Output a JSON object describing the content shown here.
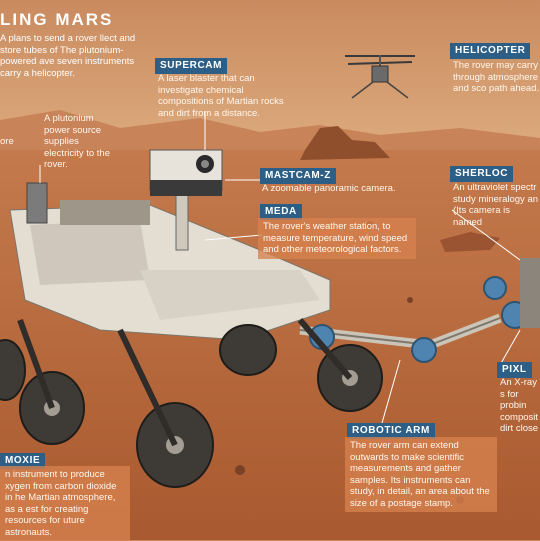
{
  "heading": {
    "title": "LING MARS",
    "intro": "A plans to send a rover llect and store tubes of The plutonium-powered ave seven instruments carry a helicopter."
  },
  "power_note": "A plutonium power source supplies electricity to the rover.",
  "fragment_ore": "ore",
  "callouts": {
    "supercam": {
      "label": "SUPERCAM",
      "text": "A laser blaster that can investigate chemical compositions of Martian rocks and dirt from a distance."
    },
    "helicopter": {
      "label": "HELICOPTER",
      "text": "The rover may carry through atmosphere and sco path ahead."
    },
    "mastcam": {
      "label": "MASTCAM-Z",
      "text": "A zoomable panoramic camera."
    },
    "meda": {
      "label": "MEDA",
      "text": "The rover's weather station, to measure temperature, wind speed and other meteorological factors."
    },
    "sherloc": {
      "label": "SHERLOC",
      "text": "An ultraviolet spectr study mineralogy an (Its camera is named"
    },
    "pixl": {
      "label": "PIXL",
      "text": "An X-ray s for probin composit dirt close"
    },
    "arm": {
      "label": "ROBOTIC ARM",
      "text": "The rover arm can extend outwards to make scientific measurements and gather samples. Its instruments can study, in detail, an area about the size of a postage stamp."
    },
    "moxie": {
      "label": "MOXIE",
      "text": "n instrument to produce xygen from carbon dioxide in he Martian atmosphere, as a est for creating resources for uture astronauts."
    }
  },
  "colors": {
    "tag": "#2d5f86",
    "panel": "#d6824e",
    "sky": "#d29a6a",
    "ground": "#b8673f"
  }
}
